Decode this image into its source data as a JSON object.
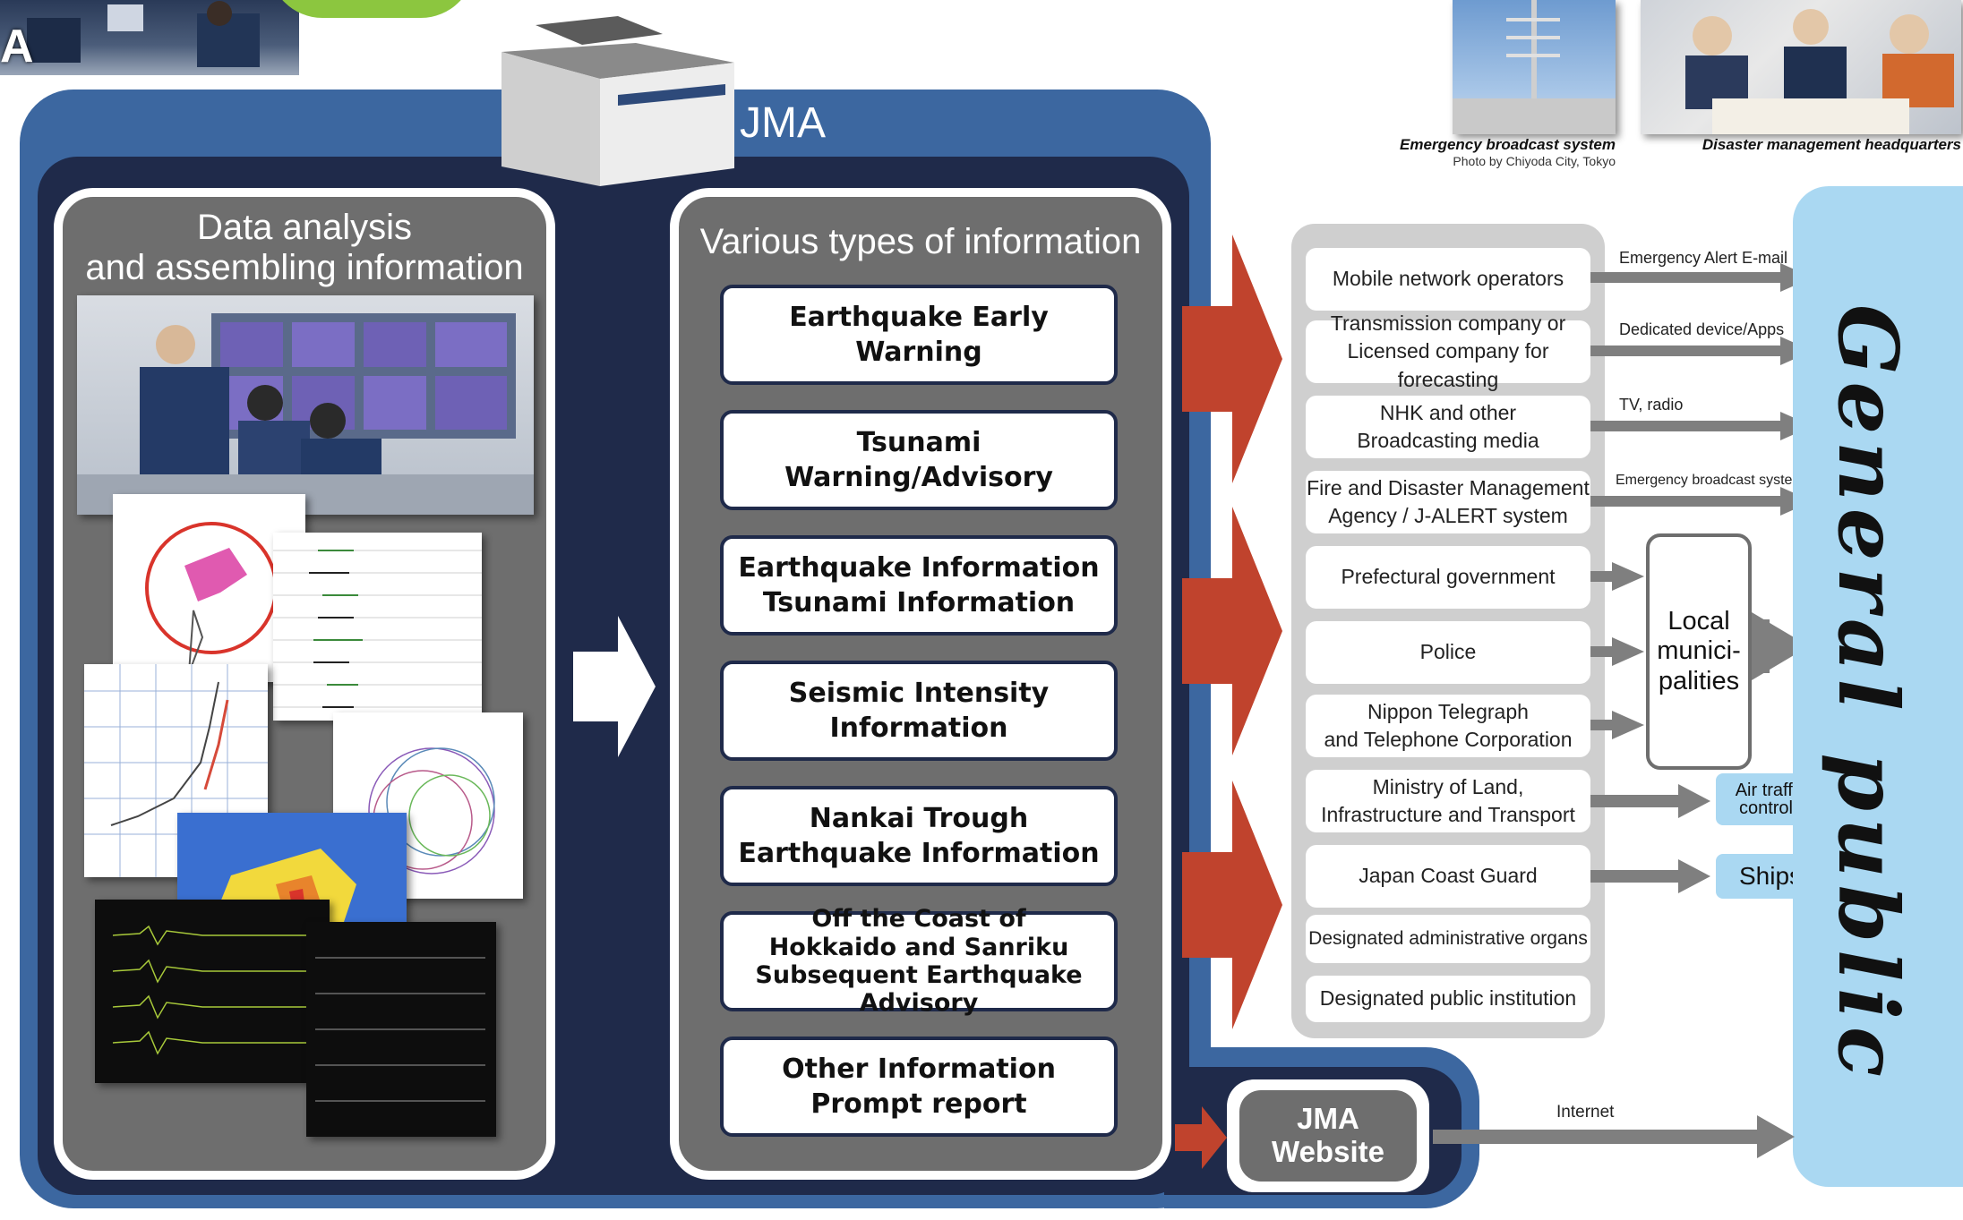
{
  "top": {
    "corner_letter": "A",
    "jma_label": "JMA",
    "photo_captions": {
      "emergency_title": "Emergency broadcast system",
      "emergency_credit": "Photo by Chiyoda City, Tokyo",
      "hq_title": "Disaster management headquarters"
    }
  },
  "analysis_panel": {
    "title": "Data analysis\nand assembling information"
  },
  "info_panel": {
    "title": "Various types of information",
    "items": [
      "Earthquake Early Warning",
      "Tsunami Warning/Advisory",
      "Earthquake Information\nTsunami Information",
      "Seismic Intensity\nInformation",
      "Nankai Trough\nEarthquake Information",
      "Off the Coast of\nHokkaido and Sanriku\nSubsequent Earthquake Advisory",
      "Other Information\nPrompt report"
    ]
  },
  "organizations": [
    "Mobile network operators",
    "Transmission company or\nLicensed  company for forecasting",
    "NHK and other\nBroadcasting media",
    "Fire and Disaster Management\nAgency / J-ALERT system",
    "Prefectural government",
    "Police",
    "Nippon Telegraph\nand Telephone Corporation",
    "Ministry of Land,\nInfrastructure and Transport",
    "Japan Coast Guard",
    "Designated administrative organs",
    "Designated public institution"
  ],
  "channels": [
    "Emergency Alert E-mail",
    "Dedicated device/Apps",
    "TV, radio",
    "Emergency broadcast system"
  ],
  "local_municipalities": "Local\nmunici-\npalities",
  "air_traffic": "Air traffic\ncontrols",
  "ships": "Ships",
  "general_public": "General public",
  "website": {
    "label": "JMA\nWebsite",
    "internet_label": "Internet"
  },
  "colors": {
    "outer_blue": "#3c67a0",
    "inner_navy": "#1f2a4a",
    "panel_gray": "#6e6e6e",
    "arrow_red": "#c0432d",
    "public_blue": "#aad8f2",
    "arrow_gray": "#7f7f7f"
  }
}
